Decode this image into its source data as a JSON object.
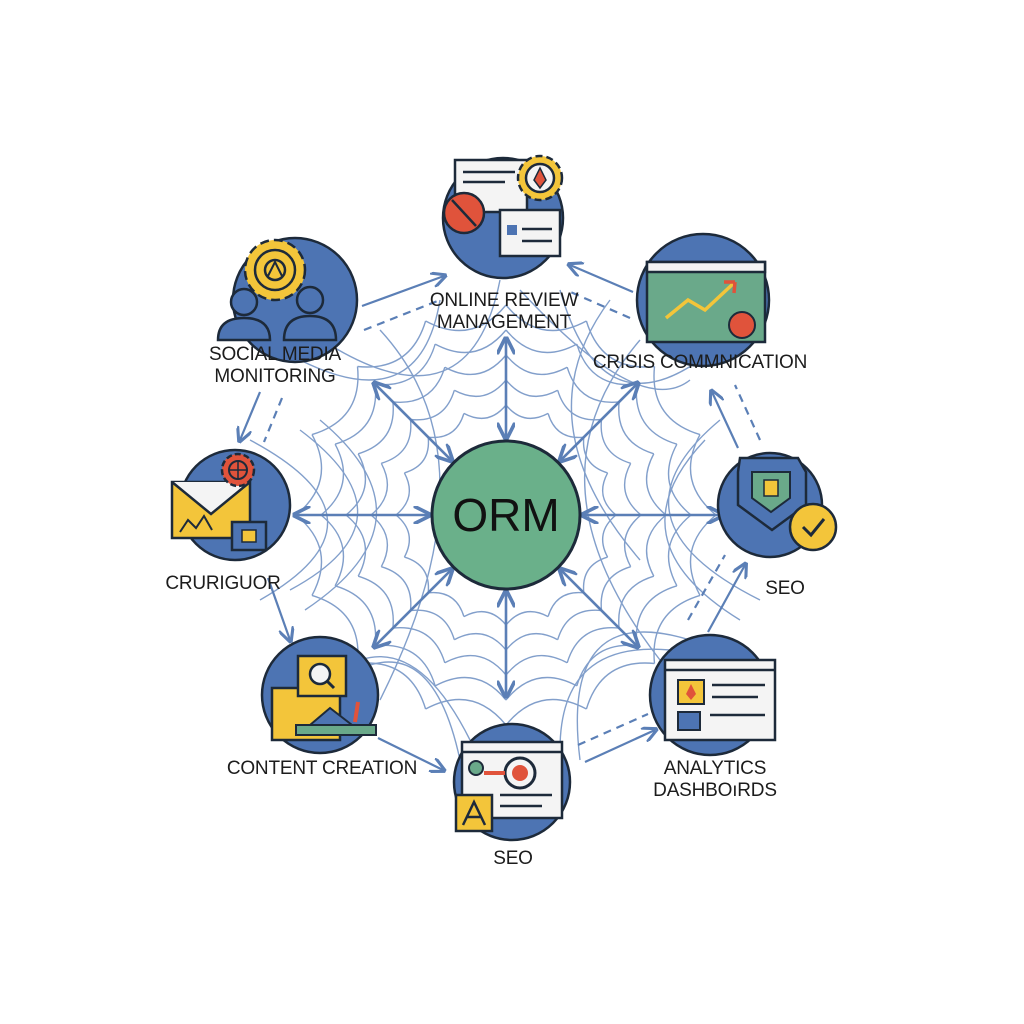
{
  "diagram": {
    "center": {
      "label": "ORM"
    },
    "nodes": [
      {
        "id": "online-review",
        "lines": [
          "ONLINE REVIEW",
          "MANAGEMENT"
        ]
      },
      {
        "id": "crisis",
        "lines": [
          "CRISIS COMMNICATION"
        ]
      },
      {
        "id": "seo-right",
        "lines": [
          "SEO"
        ]
      },
      {
        "id": "analytics",
        "lines": [
          "ANALYTICS",
          "DASHBOıRDS"
        ]
      },
      {
        "id": "seo-bottom",
        "lines": [
          "SEO"
        ]
      },
      {
        "id": "content",
        "lines": [
          "CONTENT CREATION"
        ]
      },
      {
        "id": "cruriguor",
        "lines": [
          "CRURIGUOR"
        ]
      },
      {
        "id": "social",
        "lines": [
          "SOCIAL MEDIA",
          "MONITORING"
        ]
      }
    ]
  },
  "colors": {
    "node_fill": "#4d74b3",
    "center_fill": "#6ab08a",
    "line": "#5b7fb6",
    "accent_yellow": "#f3c53a",
    "accent_red": "#e0533b",
    "accent_green": "#6aa98a",
    "outline": "#1d2a3a"
  },
  "icons": [
    "gear-icon",
    "people-icon",
    "review-window-icon",
    "trend-chart-icon",
    "shield-check-icon",
    "dashboard-window-icon",
    "search-window-icon",
    "folder-search-icon",
    "envelope-globe-icon"
  ]
}
